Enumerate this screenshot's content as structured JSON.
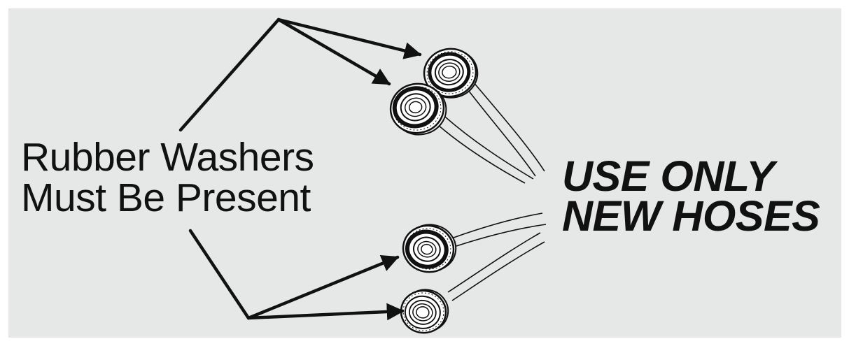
{
  "washer_note": {
    "line1": "Rubber Washers",
    "line2": "Must Be Present"
  },
  "hose_note": {
    "line1": "USE ONLY",
    "line2": "NEW HOSES"
  },
  "colors": {
    "background": "#e6e7e7",
    "ink": "#111111"
  }
}
